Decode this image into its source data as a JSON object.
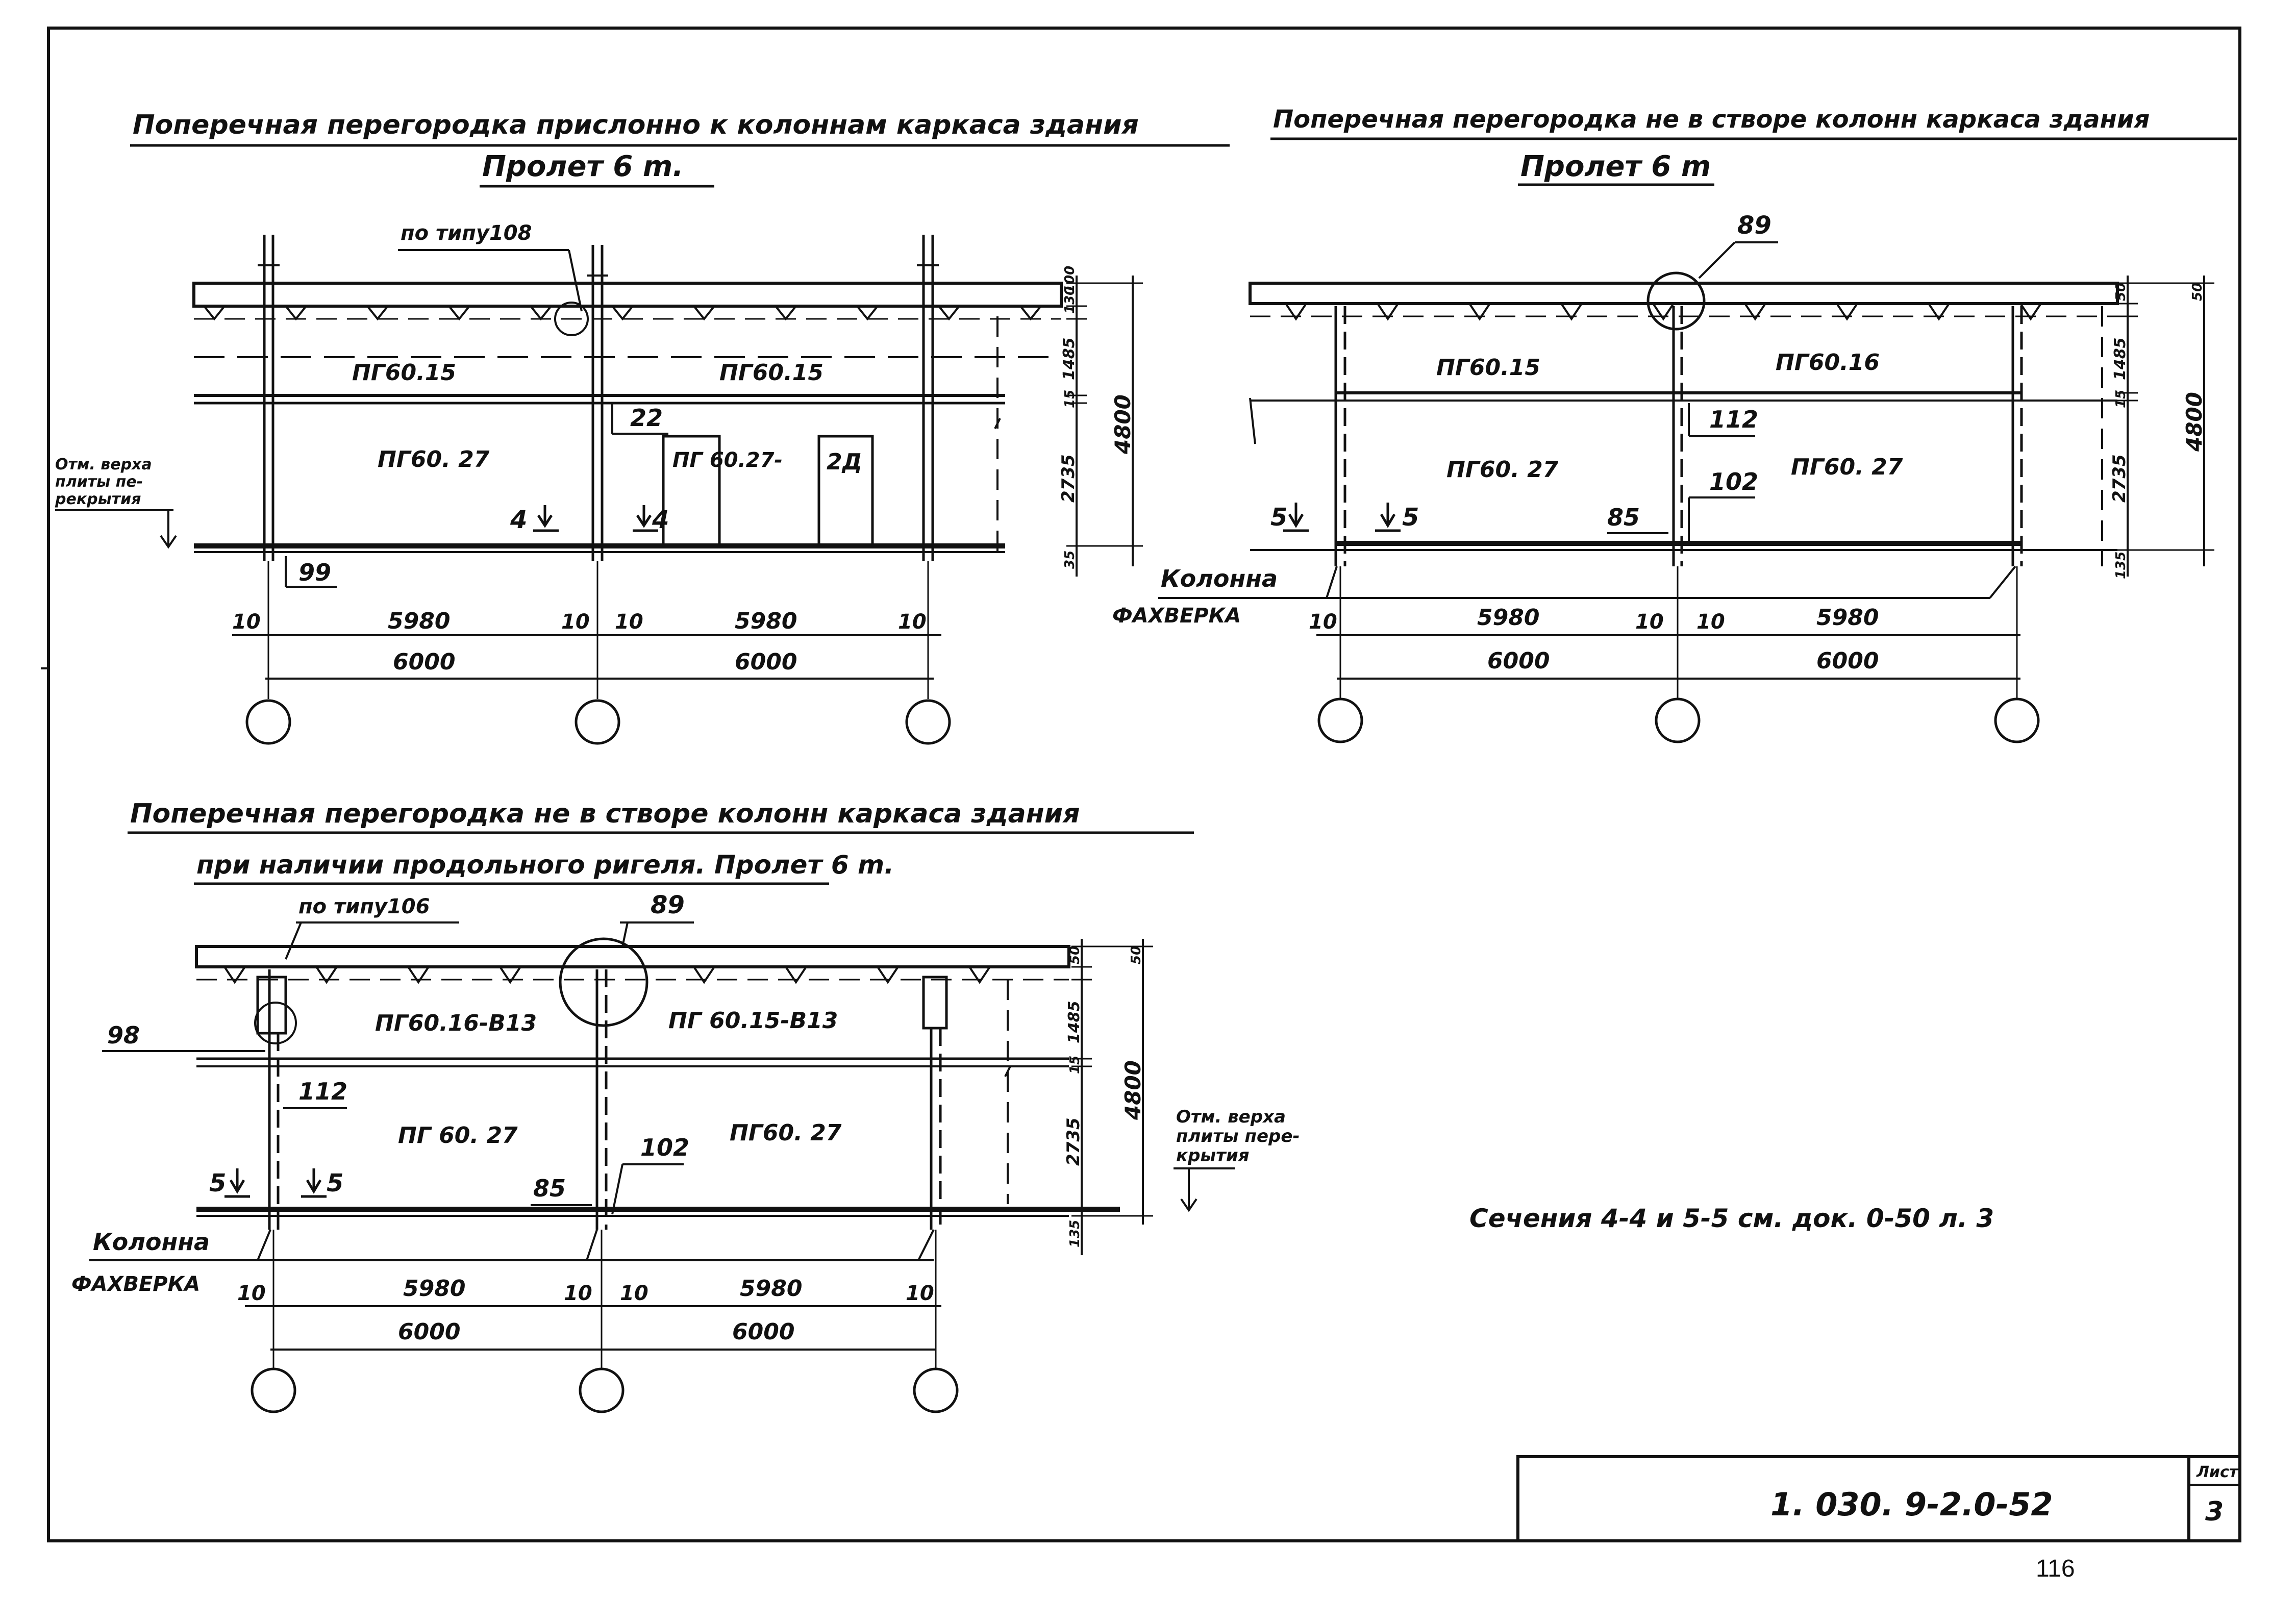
{
  "drawings": [
    {
      "title": "Поперечная перегородка прислонно к колоннам каркаса здания",
      "span": "Пролет 6 m.",
      "callout_top": "по типу108",
      "panel_labels": [
        "ПГ60.15",
        "ПГ60.15",
        "ПГ60. 27",
        "ПГ 60.27-",
        "2Д"
      ],
      "left_note": "Отм. верха плиты пе- рекрытия",
      "marks": [
        "22",
        "99",
        "4",
        "4"
      ],
      "height_dims": [
        "100",
        "130",
        "1485",
        "15",
        "2735",
        "35",
        "4800"
      ],
      "inner_dims": [
        "10",
        "5980",
        "10",
        "10",
        "5980",
        "10"
      ],
      "total_dims": [
        "6000",
        "6000"
      ]
    },
    {
      "title": "Поперечная перегородка не в створе колонн каркаса здания",
      "span": "Пролет 6 m",
      "callout_top": "89",
      "panel_labels": [
        "ПГ60.15",
        "ПГ60.16",
        "ПГ60. 27",
        "ПГ60. 27"
      ],
      "column_label_line1": "Колонна",
      "column_label_line2": "ФАХВЕРКА",
      "marks": [
        "112",
        "102",
        "85",
        "5",
        "5"
      ],
      "height_dims": [
        "50",
        "50",
        "1485",
        "15",
        "2735",
        "135",
        "4800"
      ],
      "inner_dims": [
        "10",
        "5980",
        "10",
        "10",
        "5980"
      ],
      "total_dims": [
        "6000",
        "6000"
      ]
    },
    {
      "title": "Поперечная перегородка не в створе колонн каркаса здания",
      "title_line2": "при наличии продольного ригеля. Пролет 6 m.",
      "callout_left": "по типу106",
      "callout_mid": "89",
      "mark_98": "98",
      "panel_labels": [
        "ПГ60.16-В13",
        "ПГ 60.15-В13",
        "ПГ 60. 27",
        "ПГ60. 27"
      ],
      "column_label_line1": "Колонна",
      "column_label_line2": "ФАХВЕРКА",
      "right_note": "Отм. верха плиты пере- крытия",
      "marks": [
        "112",
        "102",
        "85",
        "5",
        "5"
      ],
      "height_dims": [
        "50",
        "50",
        "1485",
        "15",
        "2735",
        "135",
        "4800"
      ],
      "inner_dims": [
        "10",
        "5980",
        "10",
        "10",
        "5980",
        "10"
      ],
      "total_dims": [
        "6000",
        "6000"
      ]
    }
  ],
  "sections_note": "Сечения 4-4 и 5-5 см. док. 0-50 л. 3",
  "title_block": {
    "code": "1. 030. 9-2.0-52",
    "sheet_label": "Лист",
    "sheet_number": "3"
  },
  "page_number": "116"
}
